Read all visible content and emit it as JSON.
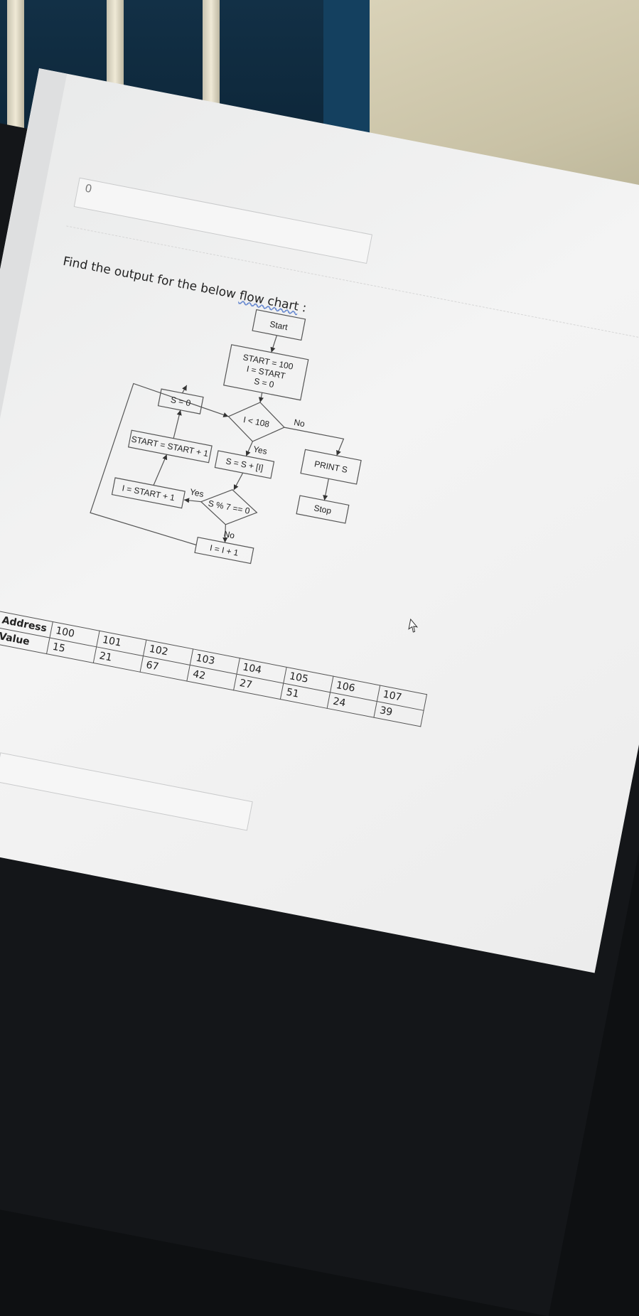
{
  "answer_box": {
    "value": "0"
  },
  "question": {
    "prefix": "Find the output for the below ",
    "underlined": "flow chart",
    "suffix": " :"
  },
  "flowchart": {
    "start": "Start",
    "init": [
      "START = 100",
      "I = START",
      "S = 0"
    ],
    "cond1": "I < 108",
    "cond1_no": "No",
    "cond1_yes": "Yes",
    "accumulate": "S = S + [I]",
    "print": "PRINT S",
    "stop": "Stop",
    "cond2": "S % 7 == 0",
    "cond2_yes": "Yes",
    "cond2_no": "No",
    "increment": "I = I + 1",
    "reset_i": "I = START + 1",
    "advance_start": "START = START + 1",
    "reset_s": "S = 0"
  },
  "memory_table": {
    "row_labels": [
      "Address",
      "Value"
    ],
    "addresses": [
      "100",
      "101",
      "102",
      "103",
      "104",
      "105",
      "106",
      "107"
    ],
    "values": [
      "15",
      "21",
      "67",
      "42",
      "27",
      "51",
      "24",
      "39"
    ]
  },
  "colors": {
    "screen_bg": "#f2f2f2",
    "bezel": "#141619",
    "text": "#222222",
    "accent_underline": "#6a8bd0"
  }
}
